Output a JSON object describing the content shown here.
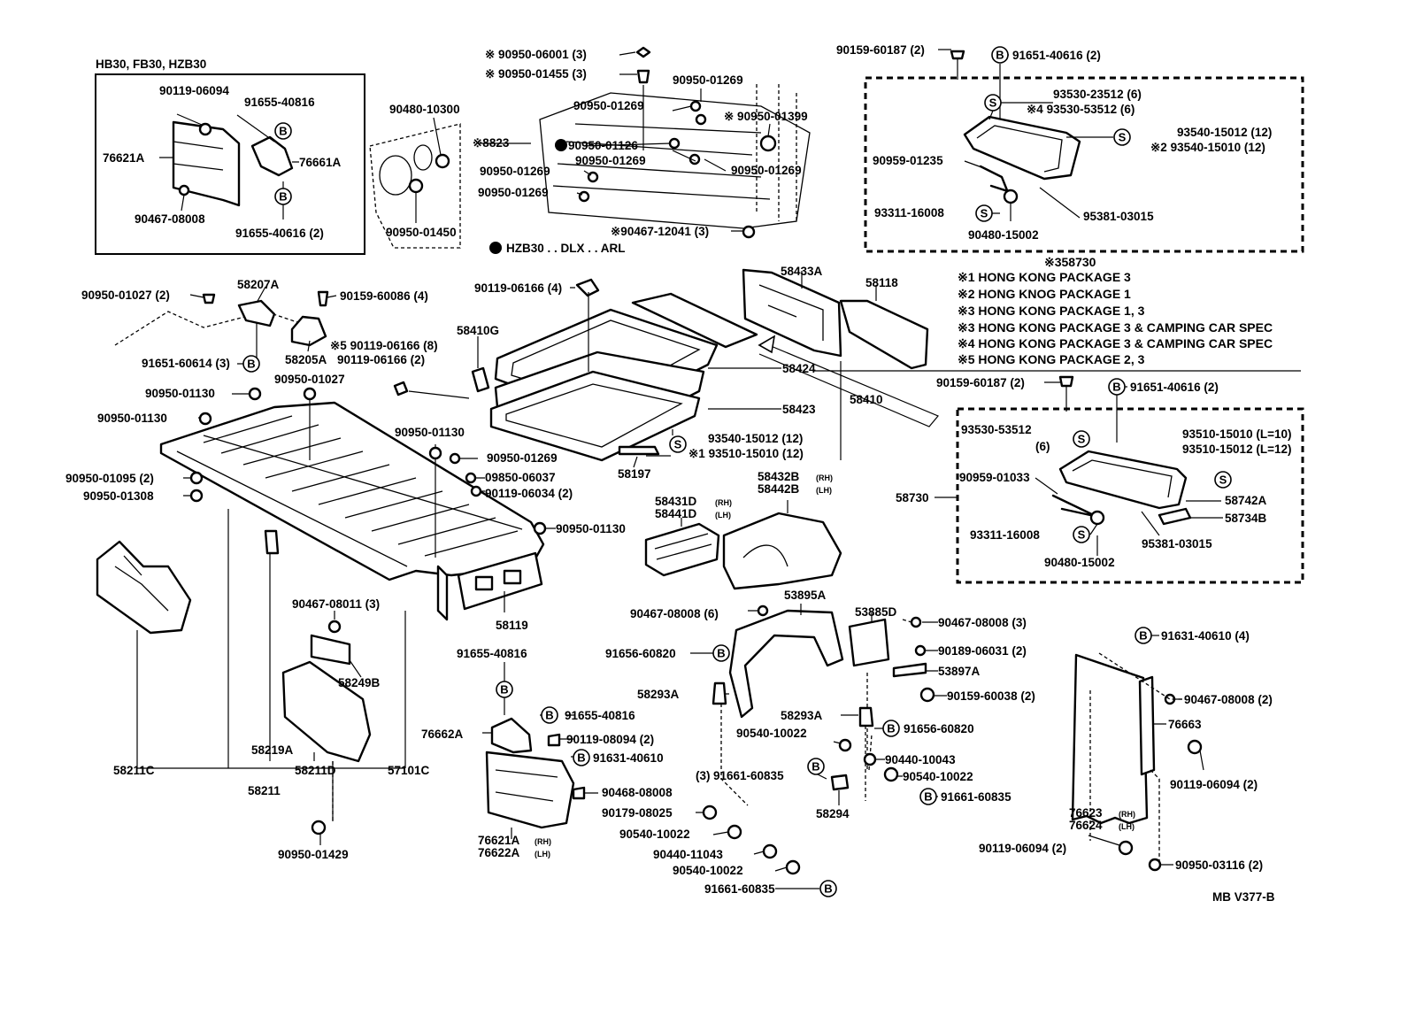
{
  "diagram": {
    "code": "MB V377-B",
    "variant_box_title": "HB30, FB30, HZB30",
    "legend_hzb30": "HZB30 . . DLX . . ARL",
    "legend_58730": "※358730",
    "ref_8823": "※8823",
    "symbol_b": "B",
    "symbol_s": "S",
    "notes": [
      "※1 HONG KONG PACKAGE 3",
      "※2 HONG KNOG PACKAGE 1",
      "※3 HONG KONG PACKAGE 1, 3",
      "※3 HONG KONG PACKAGE 3 & CAMPING CAR SPEC",
      "※4 HONG KONG PACKAGE 3 & CAMPING CAR SPEC",
      "※5 HONG KONG PACKAGE 2, 3"
    ],
    "labels": {
      "p90119_06094_a": "90119-06094",
      "p91655_40816_a": "91655-40816",
      "p76621A_a": "76621A",
      "p76661A": "76661A",
      "p90467_08008_a": "90467-08008",
      "p91655_40616": "91655-40616 (2)",
      "p90480_10300": "90480-10300",
      "p90950_01450": "90950-01450",
      "p90950_06001": "※ 90950-06001 (3)",
      "p90950_01455": "※ 90950-01455 (3)",
      "p90950_01269_a": "90950-01269",
      "p90950_01269_b": "90950-01269",
      "p90950_01399": "※ 90950-01399",
      "p90950_01126": "90950-01126",
      "p90950_01269_c": "90950-01269",
      "p90950_01269_d": "90950-01269",
      "p90950_01269_e": "90950-01269",
      "p90950_01269_f": "90950-01269",
      "p90467_12041": "※90467-12041 (3)",
      "p90159_60187_a": "90159-60187 (2)",
      "p91651_40616_a": "91651-40616 (2)",
      "p93530_23512": "93530-23512 (6)",
      "p93530_53512_a": "※4  93530-53512 (6)",
      "p93540_15012_a": "93540-15012 (12)",
      "p93540_15010": "※2 93540-15010 (12)",
      "p90959_01235": "90959-01235",
      "p93311_16008_a": "93311-16008",
      "p95381_03015_a": "95381-03015",
      "p90480_15002_a": "90480-15002",
      "p90950_01027_a": "90950-01027 (2)",
      "p58207A": "58207A",
      "p90159_60086": "90159-60086 (4)",
      "p91651_60614": "91651-60614 (3)",
      "p58205A": "58205A",
      "p90119_06166_a": "90119-06166 (4)",
      "p58410G": "58410G",
      "p90119_06166_b": "※5 90119-06166 (8)",
      "p90119_06166_c": "90119-06166 (2)",
      "p90950_01027_b": "90950-01027",
      "p58433A": "58433A",
      "p58118": "58118",
      "p58424": "58424",
      "p58423": "58423",
      "p58410": "58410",
      "p93540_15012_b": "93540-15012 (12)",
      "p93510_15010_a": "※1  93510-15010 (12)",
      "p58197": "58197",
      "p90950_01130_a": "90950-01130",
      "p90950_01130_b": "90950-01130",
      "p90950_01130_c": "90950-01130",
      "p90950_01269_g": "90950-01269",
      "p09850_06037": "09850-06037",
      "p90119_06034": "90119-06034 (2)",
      "p90950_01095": "90950-01095 (2)",
      "p90950_01308": "90950-01308",
      "p90950_01130_d": "90950-01130",
      "p90159_60187_b": "90159-60187 (2)",
      "p91651_40616_b": "91651-40616 (2)",
      "p93530_53512_b": "93530-53512",
      "p93530_53512_b2": "(6)",
      "p93510_15010_b": "93510-15010 (L=10)",
      "p93510_15012": "93510-15012 (L=12)",
      "p58730": "58730",
      "p90959_01033": "90959-01033",
      "p58742A": "58742A",
      "p58734B": "58734B",
      "p93311_16008_b": "93311-16008",
      "p95381_03015_b": "95381-03015",
      "p90480_15002_b": "90480-15002",
      "p58431D": "58431D",
      "p58441D": "58441D",
      "p58432B": "58432B",
      "p58442B": "58442B",
      "rh": "(RH)",
      "lh": "(LH)",
      "p58119": "58119",
      "p90467_08008_b": "90467-08008 (6)",
      "p53895A": "53895A",
      "p53885D": "53885D",
      "p90467_08008_c": "90467-08008 (3)",
      "p90189_06031": "90189-06031 (2)",
      "p53897A": "53897A",
      "p90159_60038": "90159-60038 (2)",
      "p91656_60820_a": "91656-60820",
      "p58293A_a": "58293A",
      "p58293A_b": "58293A",
      "p91656_60820_b": "91656-60820",
      "p90540_10022_a": "90540-10022",
      "p90440_10043": "90440-10043",
      "p90540_10022_b": "90540-10022",
      "p91661_60835_a": "91661-60835",
      "p91661_60835_b": "91661-60835",
      "p91661_60835_c": "91661-60835",
      "p3": "(3)",
      "p58294": "58294",
      "p90179_08025": "90179-08025",
      "p90540_10022_c": "90540-10022",
      "p90440_11043": "90440-11043",
      "p90540_10022_d": "90540-10022",
      "p91631_40610_a": "91631-40610 (4)",
      "p90467_08008_d": "90467-08008 (2)",
      "p76663": "76663",
      "p90119_06094_b": "90119-06094 (2)",
      "p76623": "76623",
      "p76624": "76624",
      "p90119_06094_c": "90119-06094 (2)",
      "p90950_03116": "90950-03116 (2)",
      "p91655_40816_b": "91655-40816",
      "p91655_40816_c": "91655-40816",
      "p76662A": "76662A",
      "p90119_08094": "90119-08094 (2)",
      "p91631_40610_b": "91631-40610",
      "p90468_08008": "90468-08008",
      "p76621A_b": "76621A",
      "p76622A": "76622A",
      "p90467_08011": "90467-08011 (3)",
      "p58249B": "58249B",
      "p58219A": "58219A",
      "p58211D": "58211D",
      "p57101C": "57101C",
      "p58211C": "58211C",
      "p58211": "58211",
      "p90950_01429": "90950-01429"
    }
  }
}
